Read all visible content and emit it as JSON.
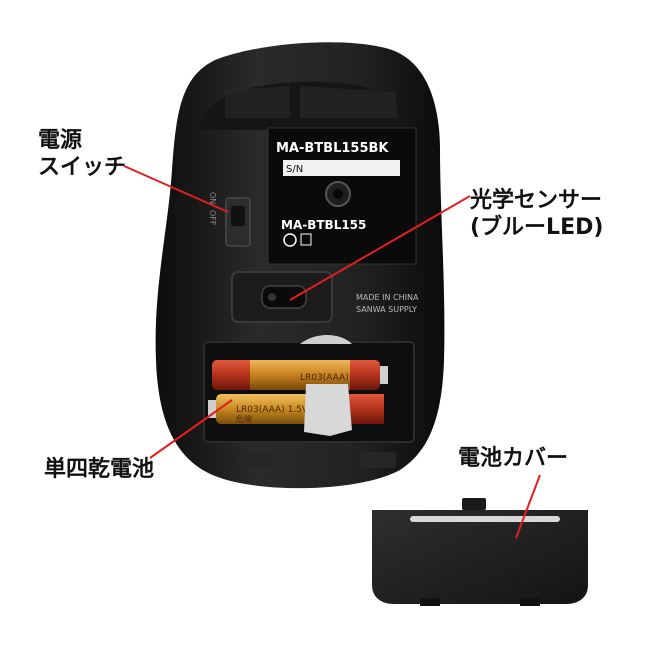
{
  "callouts": {
    "power_switch": {
      "line1": "電源",
      "line2": "スイッチ"
    },
    "optical_sensor": {
      "line1": "光学センサー",
      "line2": "(ブルーLED)"
    },
    "battery": {
      "label": "単四乾電池"
    },
    "battery_cover": {
      "label": "電池カバー"
    }
  },
  "device_label": {
    "model": "MA-BTBL155BK",
    "serial_prefix": "S/N",
    "model_short": "MA-BTBL155",
    "origin_line1": "MADE IN CHINA",
    "origin_line2": "SANWA SUPPLY"
  },
  "switch": {
    "off_label": "OFF",
    "on_label": "ON"
  },
  "battery_print": {
    "top_cell": "LR03(AAA)",
    "bottom_cell": "LR03(AAA) 1.5V",
    "warning": "危険"
  },
  "colors": {
    "mouse_body": "#1a1a1a",
    "label_panel": "#0a0a0a",
    "callout_line": "#e02020",
    "battery_gold": "#c98a1e",
    "battery_red": "#b3321c"
  }
}
